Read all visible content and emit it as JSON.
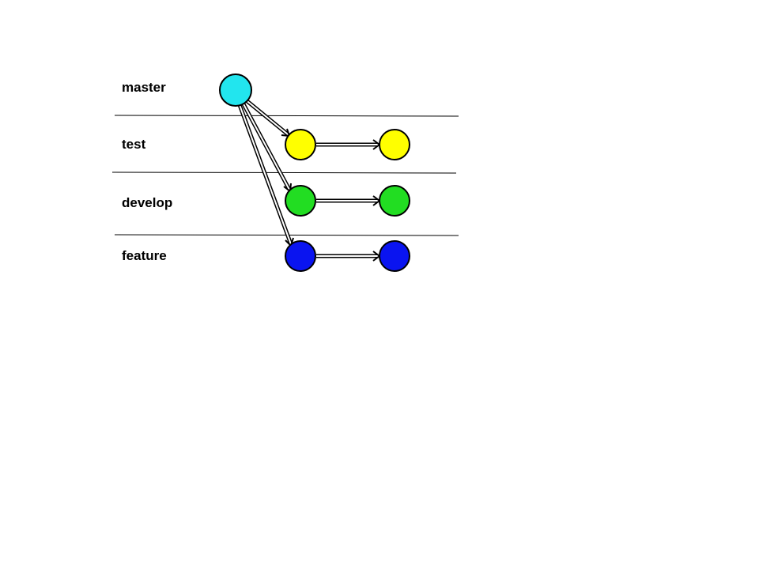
{
  "lanes": [
    {
      "id": "master",
      "label": "master"
    },
    {
      "id": "test",
      "label": "test"
    },
    {
      "id": "develop",
      "label": "develop"
    },
    {
      "id": "feature",
      "label": "feature"
    }
  ],
  "nodes": [
    {
      "id": "master-1",
      "lane": "master",
      "color": "#22E5EE"
    },
    {
      "id": "test-1",
      "lane": "test",
      "color": "#FFFF00"
    },
    {
      "id": "test-2",
      "lane": "test",
      "color": "#FFFF00"
    },
    {
      "id": "develop-1",
      "lane": "develop",
      "color": "#22DD22"
    },
    {
      "id": "develop-2",
      "lane": "develop",
      "color": "#22DD22"
    },
    {
      "id": "feature-1",
      "lane": "feature",
      "color": "#0A14F0"
    },
    {
      "id": "feature-2",
      "lane": "feature",
      "color": "#0A14F0"
    }
  ],
  "edges": [
    {
      "from": "master-1",
      "to": "test-1"
    },
    {
      "from": "master-1",
      "to": "develop-1"
    },
    {
      "from": "master-1",
      "to": "feature-1"
    },
    {
      "from": "test-1",
      "to": "test-2"
    },
    {
      "from": "develop-1",
      "to": "develop-2"
    },
    {
      "from": "feature-1",
      "to": "feature-2"
    }
  ]
}
